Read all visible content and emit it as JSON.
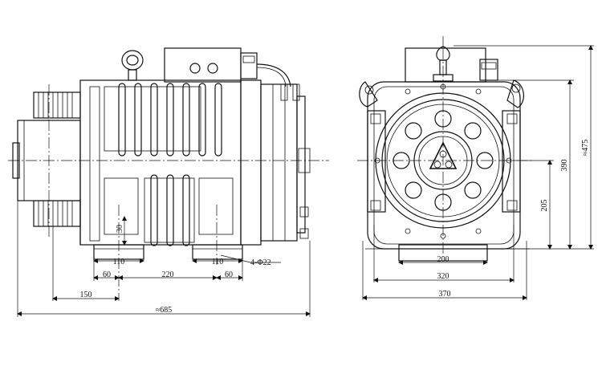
{
  "drawing": {
    "side_view": {
      "dims": {
        "d30": "30",
        "d110_left": "110",
        "d110_right": "110",
        "d60_left": "60",
        "d220": "220",
        "d60_right": "60",
        "d150": "150",
        "d685": "≈685",
        "holes": "4-Φ22"
      }
    },
    "front_view": {
      "dims": {
        "d200": "200",
        "d320": "320",
        "d370": "370",
        "d205": "205",
        "d390": "390",
        "d475": "≈475"
      }
    }
  }
}
